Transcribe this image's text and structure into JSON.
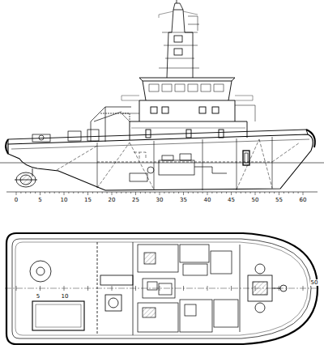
{
  "diagram": {
    "labels": [
      "0",
      "5",
      "10",
      "15",
      "20",
      "25",
      "30",
      "35",
      "40",
      "45",
      "50",
      "55",
      "60",
      "5",
      "10",
      "50"
    ]
  }
}
